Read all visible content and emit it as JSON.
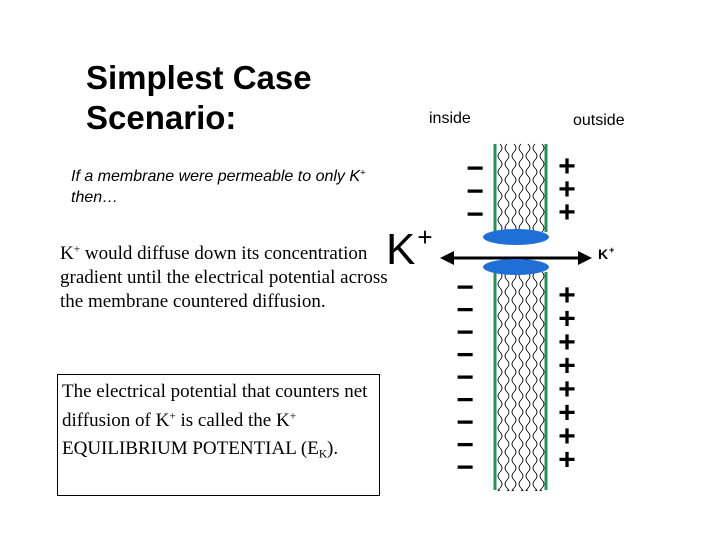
{
  "title": {
    "line1": "Simplest Case",
    "line2": "Scenario:"
  },
  "intro": {
    "before": "If a membrane were permeable to only K",
    "sup": "+",
    "after": " then…"
  },
  "paragraph": {
    "before": "K",
    "sup": "+",
    "after": " would diffuse down its concentration gradient until the electrical potential across the membrane countered diffusion."
  },
  "box": {
    "t1": "The electrical potential that counters net diffusion of K",
    "s1": "+",
    "t2": " is called the K",
    "s2": "+",
    "t3": " EQUILIBRIUM POTENTIAL (E",
    "sub": "K",
    "t4": ")."
  },
  "diagram": {
    "inside_label": "inside",
    "outside_label": "outside",
    "ion_large": {
      "base": "K",
      "sup": "+"
    },
    "ion_small": {
      "base": "K",
      "sup": "+"
    },
    "inside_charge_upper": "−",
    "inside_charge_lower": "−",
    "outside_charge_upper": "+",
    "outside_charge_lower": "+",
    "upper_counts": {
      "minus": 3,
      "plus": 3
    },
    "lower_counts": {
      "minus": 9,
      "plus": 8
    },
    "colors": {
      "channel": "#1f6fd6",
      "membrane_edge": "#2a8f5a",
      "ink": "#000000"
    }
  }
}
